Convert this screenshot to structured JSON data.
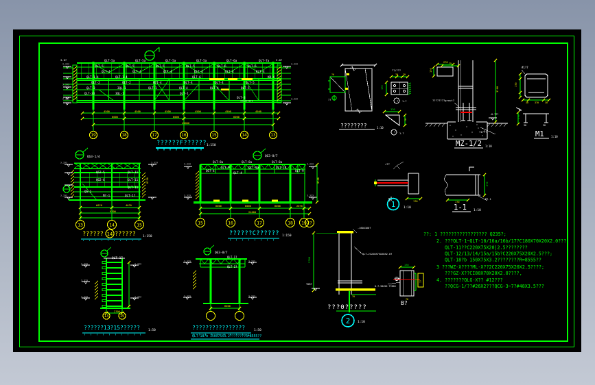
{
  "colors": {
    "green": "#00ff00",
    "cyan": "#00ffff",
    "yellow": "#ffff00",
    "white": "#ffffff",
    "red": "#ff0000",
    "bg": "#000000",
    "outer_top": "#8894a9",
    "outer_bottom": "#c3c9d4"
  },
  "titles": {
    "elev_f": {
      "text": "??????F??????",
      "scale": "1:150"
    },
    "sec_13_15": {
      "left": "??????",
      "bubble": "14",
      "right": "??????",
      "scale": "1:150"
    },
    "elev_c": {
      "text": "??????C??????",
      "scale": "1:150"
    },
    "ladder": {
      "text": "??????13?15??????",
      "scale": "1:50"
    },
    "portal": {
      "text": "????????????????",
      "scale": "1:50",
      "subtitle": "QLT-18?b 150X75X3.2????????R=8555??"
    },
    "splice": {
      "text": "????????",
      "scale": "1:10"
    },
    "mz": {
      "text": "MZ-1/2",
      "scale": "1:10"
    },
    "m1": {
      "text": "M1",
      "scale": "1:10"
    },
    "det1": {
      "num": "1",
      "scale": "1:10"
    },
    "det2": {
      "num": "2",
      "title": "???0?????",
      "scale": "1:10"
    },
    "sec11": {
      "text": "1-1",
      "scale": "1:10"
    },
    "detB": {
      "text": "B?"
    }
  },
  "grid_bubbles": {
    "elev_f": [
      "19",
      "18",
      "17",
      "16",
      "15",
      "14",
      "13"
    ],
    "sec_13_15": [
      "13",
      "14",
      "15"
    ],
    "elev_c": [
      "15",
      "16",
      "17",
      "18",
      "19",
      "2?"
    ],
    "ladder": [
      "13",
      "15"
    ],
    "portal": [
      "",
      ""
    ]
  },
  "notes": {
    "lines": [
      "??:  1  ?????????????????  Q235?;",
      "2. ???QLT-1~QLT-10/16a/16b/17?C180X70X20X2.0???.",
      "QLT-11??C220X75X20|2.5????????",
      "QLT-12/13/14/15a/15b?C220X75X20X2.5???;",
      "QLT-18?b  150X75X3.2????????R=8555??",
      "3  ???WZ-X????ML-X??2C220X75X20X2.5????;",
      "???GZ-X??CI80X70X20X2.0????,",
      "4. ???????QLG-X??  #12???",
      "??QCG-1/??#26X2???QCG-3~7?#48X3.5???"
    ]
  },
  "annotations": [
    [
      152,
      90,
      "QLT-5a",
      "W",
      4.2
    ],
    [
      197,
      90,
      "QLT-5a",
      "W",
      4.2
    ],
    [
      241,
      90,
      "QLT-5a",
      "W",
      4.2
    ],
    [
      286,
      90,
      "QLT-5a",
      "W",
      4.2
    ],
    [
      330,
      90,
      "QLT-6a",
      "W",
      4.2
    ],
    [
      377,
      90,
      "QLT-7a",
      "W",
      4.2
    ],
    [
      138,
      98,
      "QLT-5",
      "W",
      4.2
    ],
    [
      183,
      98,
      "QLT-5",
      "W",
      4.2
    ],
    [
      227,
      98,
      "QLT-5",
      "W",
      4.2
    ],
    [
      271,
      98,
      "QLT-5",
      "W",
      4.2
    ],
    [
      317,
      98,
      "QLT-6",
      "W",
      4.2
    ],
    [
      361,
      98,
      "QLT-6",
      "W",
      4.2
    ],
    [
      148,
      106,
      "QLT-4",
      "W",
      4.2
    ],
    [
      193,
      106,
      "GLT-4",
      "W",
      4.2
    ],
    [
      238,
      106,
      "QLT-4",
      "W",
      4.2
    ],
    [
      283,
      106,
      "QLT-4",
      "W",
      4.2
    ],
    [
      328,
      106,
      "QLT-4",
      "W",
      4.2
    ],
    [
      373,
      106,
      "KLT-4",
      "W",
      4.2
    ],
    [
      126,
      114,
      "QLT-1-4",
      "W",
      4.2
    ],
    [
      168,
      114,
      "QLT-1-4",
      "W",
      4.2
    ],
    [
      280,
      114,
      "QLT-6",
      "W",
      4.2
    ],
    [
      390,
      114,
      "KH-4",
      "W",
      4.2
    ],
    [
      133,
      122,
      "QLT-2",
      "W",
      4.2
    ],
    [
      178,
      122,
      "QLT-2",
      "W",
      4.2
    ],
    [
      223,
      122,
      "QLT-4",
      "W",
      4.2
    ],
    [
      268,
      122,
      "QLT-4",
      "W",
      4.2
    ],
    [
      313,
      122,
      "QLT-4",
      "W",
      4.2
    ],
    [
      358,
      122,
      "QLT-5",
      "W",
      4.2
    ],
    [
      126,
      130,
      "QLT-3",
      "W",
      4.2
    ],
    [
      171,
      130,
      "3QL-1",
      "W",
      4.2
    ],
    [
      216,
      130,
      "QLT-1",
      "W",
      4.2
    ],
    [
      261,
      130,
      "QLT-4",
      "W",
      4.2
    ],
    [
      306,
      130,
      "QLT-4",
      "W",
      4.2
    ],
    [
      351,
      130,
      "QLT-5",
      "W",
      4.2
    ],
    [
      123,
      138,
      "QLT-33",
      "W",
      4.2
    ],
    [
      168,
      138,
      "3QL-1",
      "W",
      4.2
    ],
    [
      262,
      138,
      "QLT-1",
      "W",
      4.2
    ],
    [
      345,
      144,
      "QLT-3",
      "W",
      4.2
    ],
    [
      350,
      149,
      "?????????",
      "W",
      3.4
    ],
    [
      88,
      89,
      "3.0?",
      "W",
      3.8
    ],
    [
      402,
      89,
      "3.0?",
      "W",
      3.8
    ],
    [
      151,
      164,
      "4500",
      "Y",
      3.7
    ],
    [
      196,
      164,
      "4500",
      "Y",
      3.7
    ],
    [
      240,
      164,
      "4500",
      "Y",
      3.7
    ],
    [
      284,
      164,
      "4500",
      "Y",
      3.7
    ],
    [
      328,
      164,
      "4500",
      "Y",
      3.7
    ],
    [
      372,
      164,
      "4500",
      "Y",
      3.7
    ],
    [
      163,
      172,
      "6000",
      "Y",
      3.7
    ],
    [
      252,
      172,
      "6000",
      "Y",
      3.7
    ],
    [
      340,
      172,
      "6000",
      "Y",
      3.7
    ],
    [
      265,
      181,
      "45000",
      "Y",
      3.7
    ],
    [
      91,
      95,
      "?.???",
      "W",
      3.3
    ],
    [
      91,
      125,
      "?.???",
      "W",
      3.3
    ],
    [
      91,
      146,
      "?.???",
      "W",
      3.3
    ],
    [
      424,
      95,
      "?.???",
      "W",
      3.3
    ],
    [
      424,
      146,
      "?.???",
      "W",
      3.3
    ],
    [
      127,
      230,
      "QG3-1/4",
      "W",
      4.4
    ],
    [
      140,
      253,
      "QG2-5",
      "W",
      4.2
    ],
    [
      186,
      253,
      "QLT-11",
      "W",
      4.2
    ],
    [
      140,
      264,
      "QG2-6",
      "W",
      4.2
    ],
    [
      186,
      264,
      "QLT-11",
      "W",
      4.2
    ],
    [
      186,
      275,
      "QLT-11",
      "W",
      4.2
    ],
    [
      123,
      281,
      "QG-1",
      "W",
      4.2
    ],
    [
      150,
      287,
      "M?-1",
      "W",
      4.2
    ],
    [
      182,
      287,
      "QLT-1?",
      "W",
      4.2
    ],
    [
      140,
      301,
      "60?0",
      "Y",
      3.7
    ],
    [
      183,
      301,
      "40?0",
      "Y",
      3.7
    ],
    [
      160,
      310,
      "9?00",
      "Y",
      3.7
    ],
    [
      216,
      268,
      "8?50",
      "Y",
      3.7,
      -90
    ],
    [
      88,
      239,
      "?.???",
      "W",
      3.3
    ],
    [
      88,
      287,
      "?.???",
      "W",
      3.3
    ],
    [
      220,
      239,
      "?.???",
      "W",
      3.3
    ],
    [
      310,
      238,
      "QLT-8a",
      "W",
      4.2
    ],
    [
      352,
      238,
      "QLT-8a",
      "W",
      4.2
    ],
    [
      396,
      238,
      "QLT-8a",
      "W",
      4.2
    ],
    [
      322,
      246,
      "QLT-9",
      "W",
      4.2
    ],
    [
      362,
      246,
      "QLT-9a",
      "W",
      4.2
    ],
    [
      402,
      246,
      "QLT-10",
      "W",
      4.2
    ],
    [
      300,
      251,
      "QG?-4",
      "W",
      4.2
    ],
    [
      430,
      251,
      "QLT-9",
      "W",
      4.2
    ],
    [
      340,
      254,
      "QLT-4",
      "W",
      4.2
    ],
    [
      386,
      229,
      "QG3-8/7",
      "W",
      4.4
    ],
    [
      314,
      302,
      "6000",
      "Y",
      3.7
    ],
    [
      357,
      302,
      "6000",
      "Y",
      3.7
    ],
    [
      400,
      302,
      "6000",
      "Y",
      3.7
    ],
    [
      432,
      302,
      "20?0",
      "Y",
      3.7
    ],
    [
      362,
      311,
      "24000",
      "Y",
      3.7
    ],
    [
      465,
      268,
      "9?00",
      "Y",
      3.7,
      -90
    ],
    [
      268,
      241,
      "?.???",
      "W",
      3.3
    ],
    [
      268,
      287,
      "?.???",
      "W",
      3.3
    ],
    [
      447,
      241,
      "?.???",
      "W",
      3.3
    ],
    [
      447,
      287,
      "?.???",
      "W",
      3.3
    ],
    [
      163,
      378,
      "QLT-17",
      "W",
      4.4
    ],
    [
      118,
      387,
      "?.???",
      "W",
      3.3
    ],
    [
      118,
      411,
      "?.???",
      "W",
      3.3
    ],
    [
      118,
      435,
      "?.???",
      "W",
      3.3
    ],
    [
      196,
      387,
      "?.???",
      "W",
      3.3
    ],
    [
      196,
      435,
      "?.???",
      "W",
      3.3
    ],
    [
      166,
      456,
      "2?00",
      "Y",
      3.7
    ],
    [
      313,
      370,
      "QG3-8/7",
      "W",
      4.4
    ],
    [
      331,
      377,
      "QLT-1?",
      "W",
      4
    ],
    [
      331,
      391,
      "QLT-1?",
      "W",
      4
    ],
    [
      327,
      448,
      "6000",
      "Y",
      3.7
    ],
    [
      268,
      383,
      "?.???",
      "W",
      3.3
    ],
    [
      268,
      434,
      "?.???",
      "W",
      3.3
    ],
    [
      362,
      383,
      "?.???",
      "W",
      3.3
    ],
    [
      362,
      434,
      "?.???",
      "W",
      3.3
    ],
    [
      571,
      104,
      "??/???",
      "W",
      3.6
    ],
    [
      558,
      131,
      "1?0",
      "G",
      3.6,
      -90
    ],
    [
      576,
      110,
      "?0",
      "Y",
      3.3
    ],
    [
      587,
      110,
      "?0",
      "Y",
      3.3
    ],
    [
      586,
      149,
      "1-?",
      "W",
      3.6
    ],
    [
      578,
      149,
      "?",
      "W",
      3.8
    ],
    [
      569,
      161,
      "1?0",
      "G",
      3.6
    ],
    [
      592,
      177,
      "?0",
      "Y",
      3.3,
      -90
    ],
    [
      574,
      194,
      "?",
      "W",
      3.8
    ],
    [
      582,
      196,
      "1-?",
      "W",
      3.6
    ],
    [
      483,
      110,
      "?0",
      "Y",
      3.3
    ],
    [
      478,
      147,
      "??",
      "W",
      3.6
    ],
    [
      630,
      148,
      "????????grout?",
      "W",
      3.8
    ],
    [
      646,
      92,
      "2?0",
      "Y",
      3.6
    ],
    [
      629,
      106,
      "1?0",
      "Y",
      3.6,
      -90
    ],
    [
      698,
      194,
      "?1???",
      "W",
      3.8
    ],
    [
      714,
      168,
      "-0.???",
      "W",
      3.4
    ],
    [
      726,
      135,
      "3?00",
      "Y",
      3.8,
      -90
    ],
    [
      654,
      94,
      "75",
      "Y",
      3.3
    ],
    [
      760,
      100,
      "#1?7",
      "W",
      4
    ],
    [
      753,
      127,
      "1?0",
      "Y",
      3.6,
      -90
    ],
    [
      766,
      151,
      "30",
      "Y",
      3.3
    ],
    [
      779,
      151,
      "3?0",
      "Y",
      3.3
    ],
    [
      794,
      151,
      "30",
      "Y",
      3.3
    ],
    [
      757,
      174,
      "1?0",
      "G",
      3.6,
      -90
    ],
    [
      763,
      184,
      "30",
      "W",
      3.3
    ],
    [
      791,
      184,
      "30",
      "W",
      3.3
    ],
    [
      561,
      241,
      "∠7?",
      "W",
      3.8
    ],
    [
      602,
      295,
      "1?0",
      "Y",
      3.6
    ],
    [
      566,
      294,
      "⊥",
      "W",
      4.6
    ],
    [
      711,
      272,
      "2?0",
      "G",
      3.6,
      -90
    ],
    [
      663,
      296,
      "1?0",
      "Y",
      3.6
    ],
    [
      707,
      292,
      "M?-1",
      "W",
      3.6
    ],
    [
      521,
      334,
      "-160X160?",
      "W",
      3.6
    ],
    [
      528,
      372,
      "QLT-2C220X75X20X2.0?",
      "W",
      3.6
    ],
    [
      446,
      416,
      "TOB?",
      "W",
      3.6
    ],
    [
      452,
      384,
      "3?00",
      "G",
      3.8,
      -90
    ],
    [
      513,
      434,
      "?0",
      "Y",
      3.3
    ],
    [
      546,
      419,
      "0.7-30450 7?800",
      "W",
      3.4
    ],
    [
      589,
      388,
      "1?0",
      "G",
      3.6
    ],
    [
      614,
      413,
      "??",
      "Y",
      3.4,
      -90
    ],
    [
      591,
      438,
      "?0",
      "Y",
      3.3
    ]
  ]
}
